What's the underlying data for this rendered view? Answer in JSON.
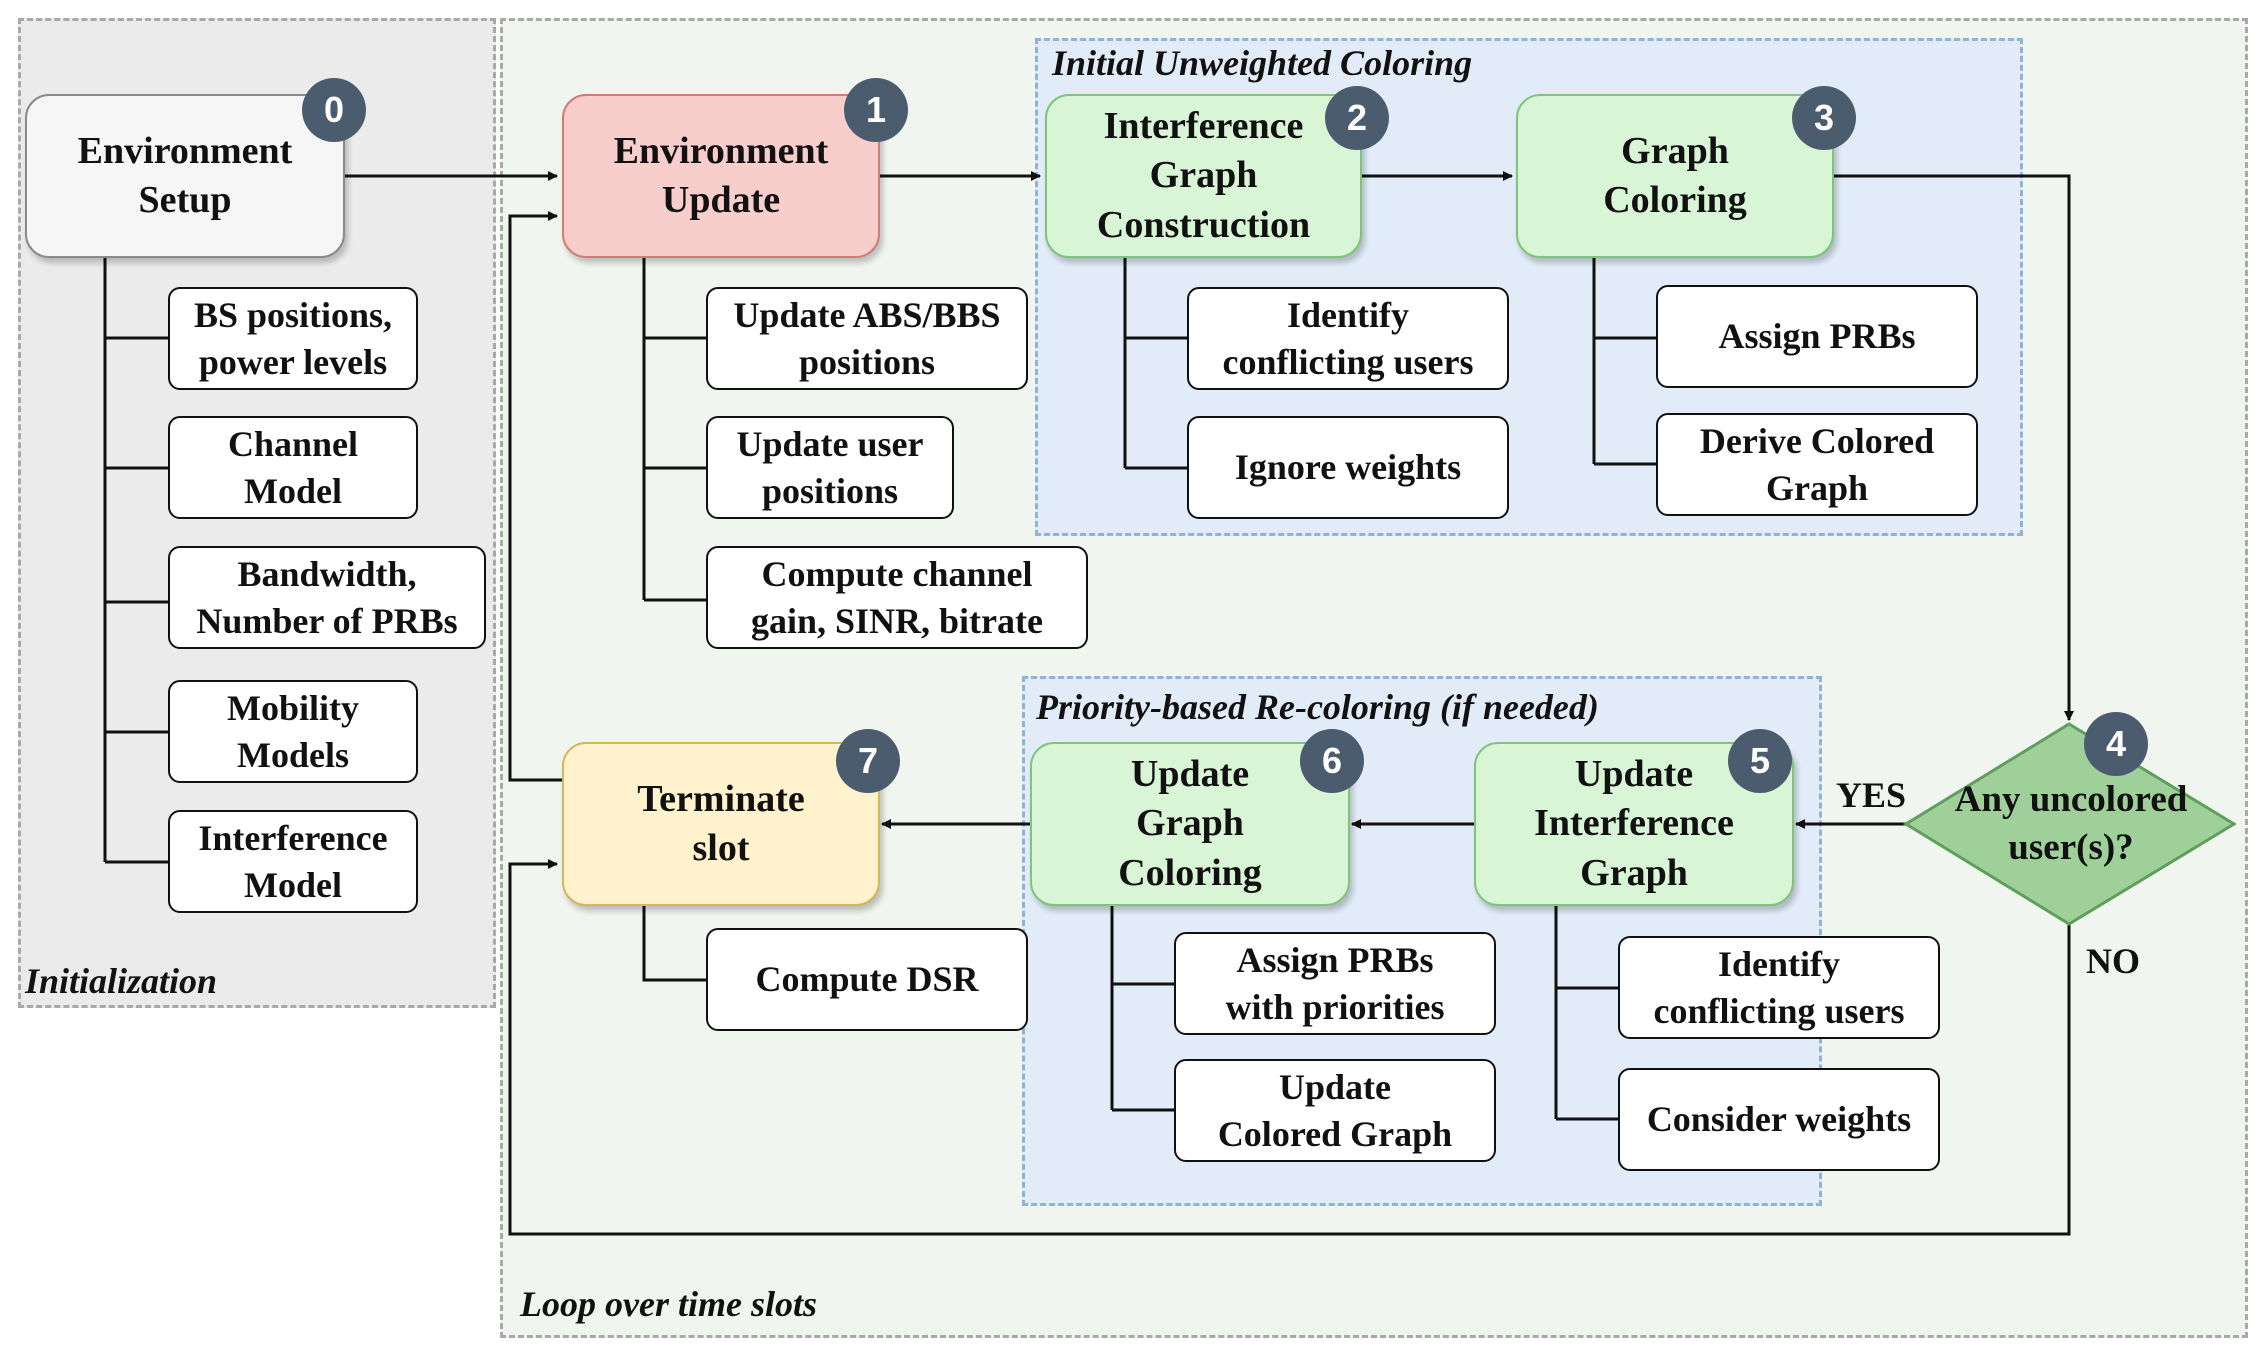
{
  "regions": {
    "initialization": "Initialization",
    "loop": "Loop over time slots",
    "initial_coloring": "Initial Unweighted Coloring",
    "recoloring": "Priority-based Re-coloring (if needed)"
  },
  "nodes": {
    "n0": {
      "label": "Environment\nSetup",
      "badge": "0"
    },
    "n1": {
      "label": "Environment\nUpdate",
      "badge": "1"
    },
    "n2": {
      "label": "Interference\nGraph\nConstruction",
      "badge": "2"
    },
    "n3": {
      "label": "Graph\nColoring",
      "badge": "3"
    },
    "n4": {
      "label": "Any uncolored\nuser(s)?",
      "badge": "4"
    },
    "n5": {
      "label": "Update\nInterference\nGraph",
      "badge": "5"
    },
    "n6": {
      "label": "Update\nGraph\nColoring",
      "badge": "6"
    },
    "n7": {
      "label": "Terminate\nslot",
      "badge": "7"
    }
  },
  "subitems": {
    "setup": [
      "BS positions,\npower levels",
      "Channel\nModel",
      "Bandwidth,\nNumber of PRBs",
      "Mobility\nModels",
      "Interference\nModel"
    ],
    "update": [
      "Update ABS/BBS\npositions",
      "Update user\npositions",
      "Compute channel\ngain, SINR, bitrate"
    ],
    "interference": [
      "Identify\nconflicting users",
      "Ignore weights"
    ],
    "coloring": [
      "Assign PRBs",
      "Derive Colored\nGraph"
    ],
    "update_interference": [
      "Identify\nconflicting users",
      "Consider weights"
    ],
    "update_coloring": [
      "Assign PRBs\nwith priorities",
      "Update\nColored Graph"
    ],
    "terminate": [
      "Compute DSR"
    ]
  },
  "edge_labels": {
    "yes": "YES",
    "no": "NO"
  },
  "colors": {
    "setup_fill": "#f6f6f6",
    "update_fill": "#f8cecc",
    "process_fill": "#d8f5d5",
    "terminate_fill": "#fff2cc",
    "decision_fill": "#9fd09a",
    "badge_fill": "#4b5c6f",
    "group_fill": "#e1ecf8"
  }
}
